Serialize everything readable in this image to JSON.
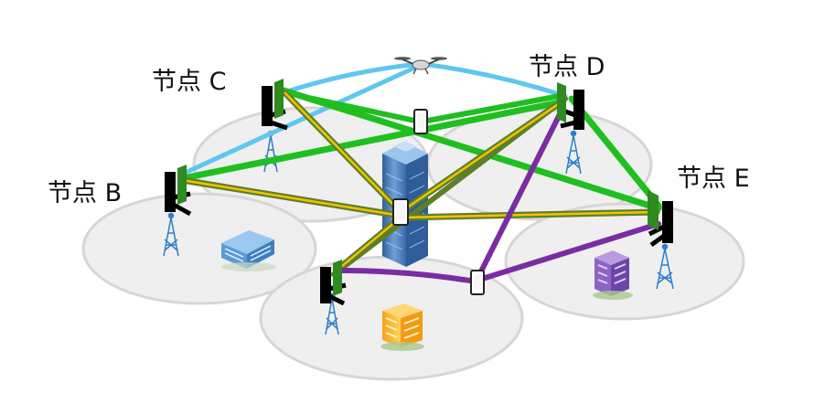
{
  "nodes": {
    "b": {
      "label": "节点 B"
    },
    "c": {
      "label": "节点 C"
    },
    "d": {
      "label": "节点 D"
    },
    "e": {
      "label": "节点 E"
    }
  },
  "colors": {
    "coverage_fill": "#efefef",
    "coverage_stroke": "#d6d6d6",
    "link_green": "#1fbf1f",
    "link_light_blue": "#5fc6ef",
    "link_yellow": "#f2c300",
    "link_olive": "#5e7f2a",
    "link_purple": "#7a2da3",
    "antenna_panel": "#2f8a1f",
    "mast_blue": "#2e7fc9"
  },
  "icons": [
    "drone-icon",
    "phone-icon",
    "skyscraper-icon",
    "office-building-icon",
    "apartment-icon",
    "radio-mast-icon",
    "antenna-panel-icon"
  ]
}
